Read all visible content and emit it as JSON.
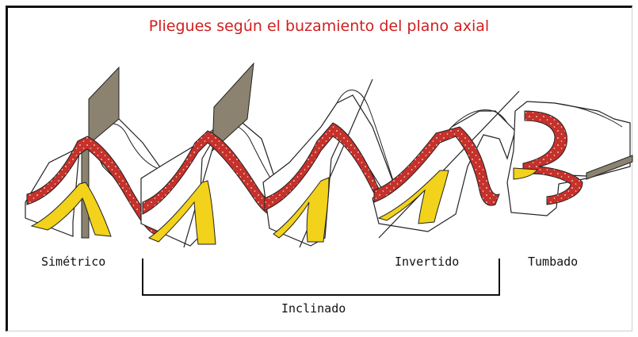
{
  "title": "Pliegues según el buzamiento del plano axial",
  "labels": {
    "simetrico": "Simétrico",
    "invertido": "Invertido",
    "tumbado": "Tumbado",
    "inclinado": "Inclinado"
  },
  "colors": {
    "title": "#d11f1f",
    "red_layer": "#c6312b",
    "yellow_layer": "#f2d21a",
    "axial_plane": "#8b8270"
  }
}
